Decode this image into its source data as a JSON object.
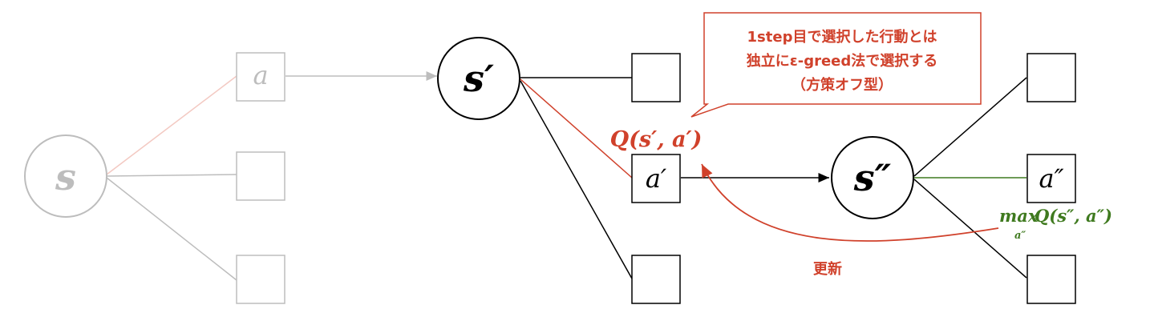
{
  "colors": {
    "faded": "#bdbdbd",
    "faded_red": "#f3c9c2",
    "black": "#000000",
    "red": "#d0412b",
    "green": "#3f7a1f"
  },
  "nodes": {
    "s": "s",
    "s_prime": "s′",
    "s_double_prime": "s″"
  },
  "actions": {
    "a": "a",
    "a_prime": "a′",
    "a_double_prime": "a″"
  },
  "labels": {
    "q_current": "Q(s′, a′)",
    "max_word": "max",
    "max_q": "Q(s″, a″)",
    "max_subscript": "a″",
    "update": "更新"
  },
  "callout": {
    "line1": "1step目で選択した行動とは",
    "line2": "独立にε-greed法で選択する",
    "line3": "（方策オフ型）"
  }
}
